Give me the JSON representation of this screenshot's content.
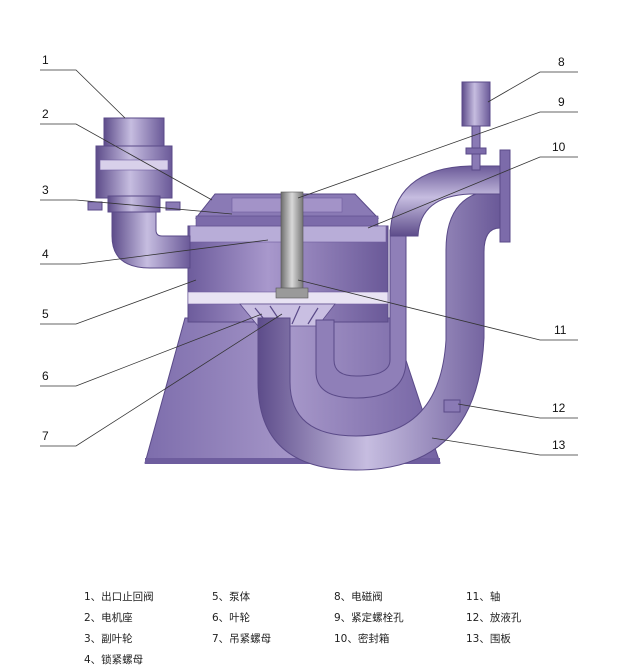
{
  "callouts": [
    "1",
    "2",
    "3",
    "4",
    "5",
    "6",
    "7",
    "8",
    "9",
    "10",
    "11",
    "12",
    "13"
  ],
  "legend": [
    {
      "num": "1",
      "label": "1、出口止回阀"
    },
    {
      "num": "5",
      "label": "5、泵体"
    },
    {
      "num": "8",
      "label": "8、电磁阀"
    },
    {
      "num": "11",
      "label": "11、轴"
    },
    {
      "num": "2",
      "label": "2、电机座"
    },
    {
      "num": "6",
      "label": "6、叶轮"
    },
    {
      "num": "9",
      "label": "9、紧定螺栓孔"
    },
    {
      "num": "12",
      "label": "12、放液孔"
    },
    {
      "num": "3",
      "label": "3、副叶轮"
    },
    {
      "num": "7",
      "label": "7、吊紧螺母"
    },
    {
      "num": "10",
      "label": "10、密封箱"
    },
    {
      "num": "13",
      "label": "13、围板"
    },
    {
      "num": "4",
      "label": "4、锁紧螺母"
    }
  ],
  "colors": {
    "body_main": "#8f7fb8",
    "body_dark": "#5d4c8a",
    "body_light": "#c6bde0",
    "shaft": "#a9a9a9"
  }
}
